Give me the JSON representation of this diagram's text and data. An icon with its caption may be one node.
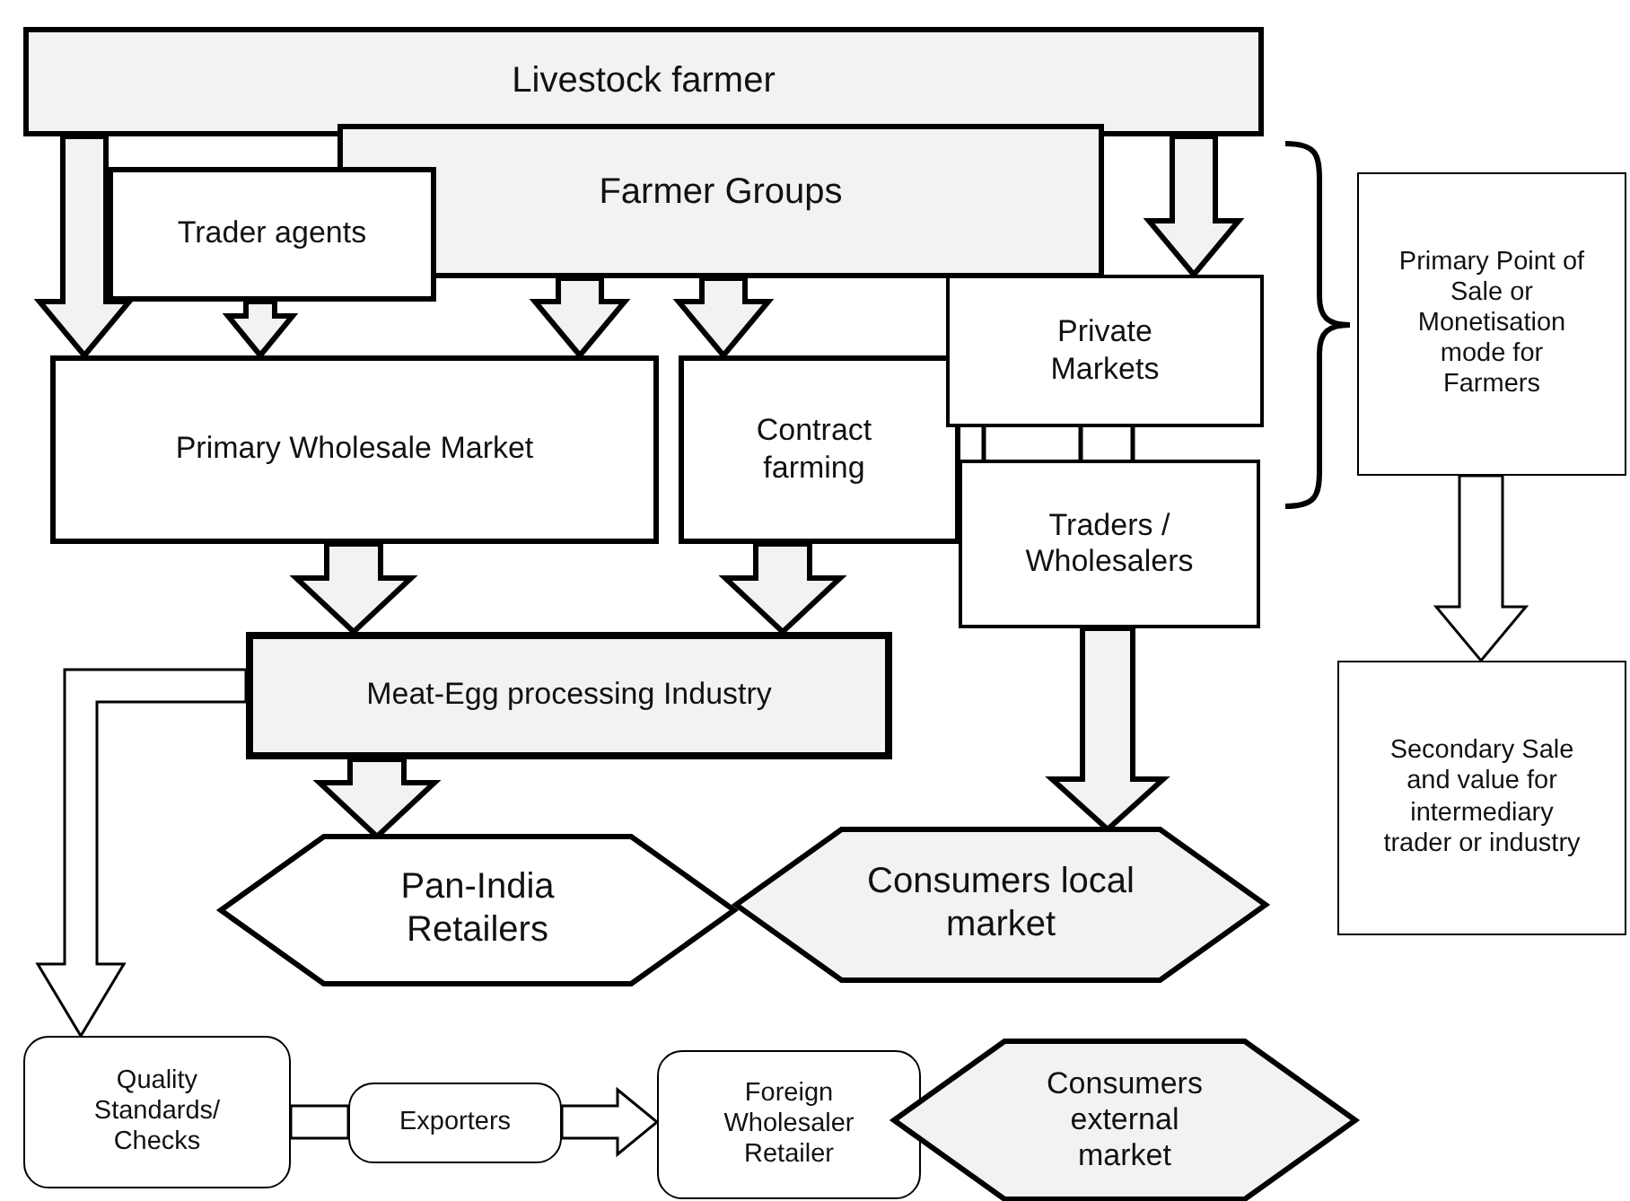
{
  "diagram": {
    "nodes": [
      {
        "text": [
          "Livestock farmer"
        ]
      },
      {
        "text": [
          "Farmer Groups"
        ]
      },
      {
        "text": [
          "Trader agents"
        ]
      },
      {
        "text": [
          "Primary Wholesale Market"
        ]
      },
      {
        "text": [
          "Contract farming"
        ]
      },
      {
        "text": [
          "Private Markets"
        ]
      },
      {
        "text": [
          "Traders / Wholesalers"
        ]
      },
      {
        "text": [
          "Meat-Egg processing Industry"
        ]
      },
      {
        "text": [
          "Pan-India Retailers"
        ]
      },
      {
        "text": [
          "Consumers local market"
        ]
      },
      {
        "text": [
          "Primary Point of Sale or Monetisation mode for Farmers"
        ]
      },
      {
        "text": [
          "Secondary Sale and value for intermediary trader or industry"
        ]
      },
      {
        "text": [
          "Quality Standards/ Checks"
        ]
      },
      {
        "text": [
          "Exporters"
        ]
      },
      {
        "text": [
          "Foreign Wholesaler Retailer"
        ]
      },
      {
        "text": [
          "Consumers external market"
        ]
      }
    ],
    "edges": [
      {
        "from": 0,
        "to": 3,
        "arrow": "to",
        "style": "thick"
      },
      {
        "from": 2,
        "to": 3,
        "arrow": "to",
        "style": "thick"
      },
      {
        "from": 1,
        "to": 3,
        "arrow": "to",
        "style": "thick"
      },
      {
        "from": 1,
        "to": 4,
        "arrow": "to",
        "style": "thick"
      },
      {
        "from": 0,
        "to": 5,
        "arrow": "to",
        "style": "thick"
      },
      {
        "from": 5,
        "to": 6,
        "arrow": "none"
      },
      {
        "from": 3,
        "to": 7,
        "arrow": "to",
        "style": "thick"
      },
      {
        "from": 4,
        "to": 7,
        "arrow": "to",
        "style": "thick"
      },
      {
        "from": 6,
        "to": 9,
        "arrow": "to",
        "style": "thick"
      },
      {
        "from": 7,
        "to": 8,
        "arrow": "to",
        "style": "thick"
      },
      {
        "from": 7,
        "to": 12,
        "arrow": "to"
      },
      {
        "from": 12,
        "to": 13,
        "arrow": "none"
      },
      {
        "from": 13,
        "to": 14,
        "arrow": "to"
      },
      {
        "from": 10,
        "to": 11,
        "arrow": "to"
      }
    ]
  }
}
